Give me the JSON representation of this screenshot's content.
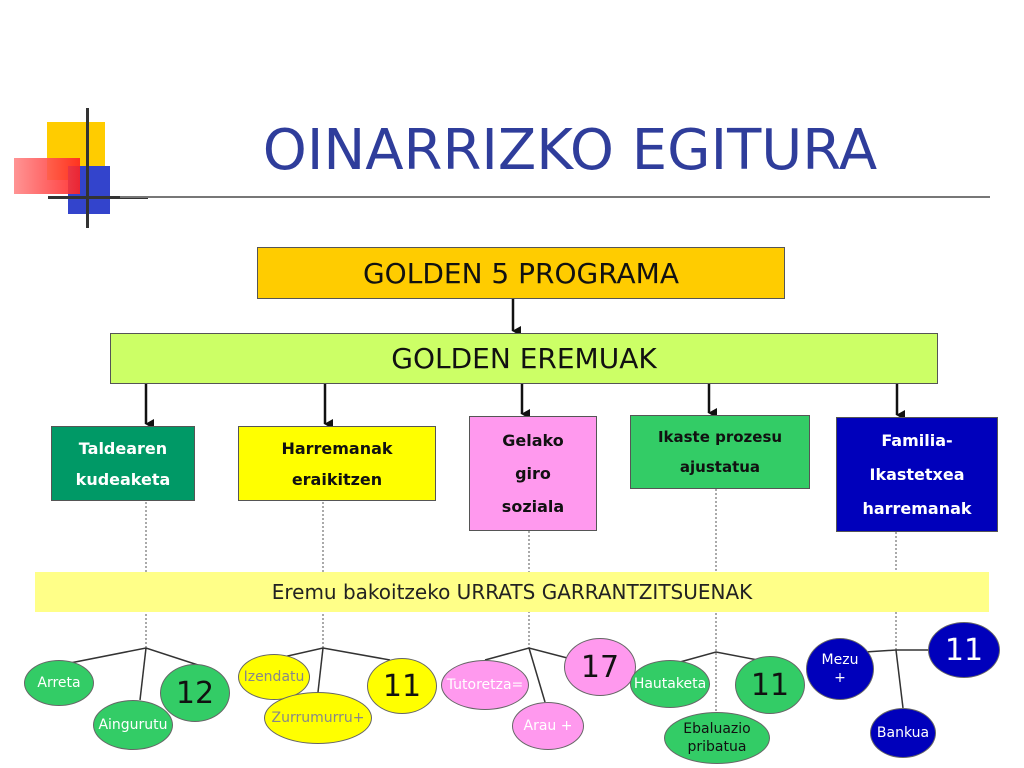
{
  "title": "OINARRIZKO EGITURA",
  "colors": {
    "title": "#2f3d9b",
    "program": "#ffcc00",
    "areas": "#ccff66",
    "steps_bar": "#ffff88",
    "teal": "#009966",
    "yellow": "#ffff00",
    "pink": "#ff99ee",
    "green": "#33cc66",
    "blue": "#0000bb"
  },
  "program": "GOLDEN 5 PROGRAMA",
  "areas": "GOLDEN EREMUAK",
  "categories": [
    {
      "lines": [
        "Taldearen",
        "kudeaketa"
      ]
    },
    {
      "lines": [
        "Harremanak",
        "eraikitzen"
      ]
    },
    {
      "lines": [
        "Gelako",
        "giro",
        "soziala"
      ]
    },
    {
      "lines": [
        "Ikaste prozesu",
        "ajustatua"
      ]
    },
    {
      "lines": [
        "Familia-",
        "Ikastetxea",
        "harremanak"
      ]
    }
  ],
  "steps_bar": "Eremu bakoitzeko URRATS GARRANTZITSUENAK",
  "groups": [
    {
      "items": [
        "Arreta",
        "Aingurutu"
      ],
      "count": "12"
    },
    {
      "items": [
        "Izendatu",
        "Zurrumurru+"
      ],
      "count": "11"
    },
    {
      "items": [
        "Tutoretza=",
        "Arau +"
      ],
      "count": "17"
    },
    {
      "items": [
        "Hautaketa",
        "Ebaluazio pribatua"
      ],
      "count": "11"
    },
    {
      "items": [
        "Mezu +",
        "Bankua"
      ],
      "count": "11"
    }
  ]
}
